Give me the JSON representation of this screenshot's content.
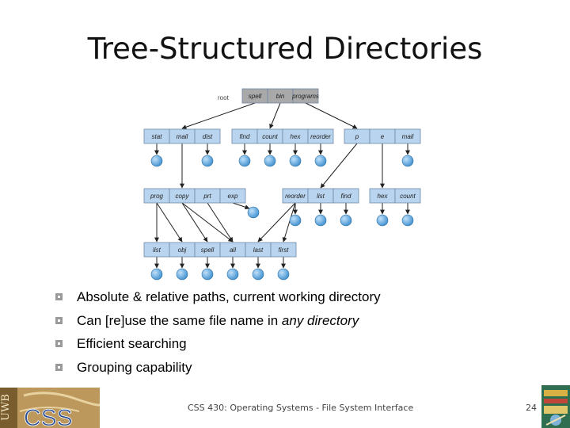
{
  "slide": {
    "title": "Tree-Structured Directories",
    "footer": "CSS 430: Operating Systems - File System Interface",
    "page_number": "24"
  },
  "bullets": [
    {
      "text": "Absolute & relative paths, current working directory"
    },
    {
      "pre": "Can [re]use the same file name in ",
      "em": "any directory"
    },
    {
      "text": "Efficient searching"
    },
    {
      "text": "Grouping capability"
    }
  ],
  "tree": {
    "root_label": "root",
    "root_dir": [
      "spell",
      "bin",
      "programs"
    ],
    "level2": [
      [
        "stat",
        "mail",
        "dist"
      ],
      [
        "find",
        "count",
        "hex",
        "reorder"
      ],
      [
        "p",
        "e",
        "mail"
      ]
    ],
    "level3": [
      [
        "prog",
        "copy",
        "prt",
        "exp"
      ],
      [
        "reorder",
        "list",
        "find"
      ],
      [
        "hex",
        "count"
      ]
    ],
    "level4": [
      [
        "list",
        "obj",
        "spell",
        "all",
        "last",
        "first"
      ]
    ]
  },
  "colors": {
    "directory_cell": "#b9d4ef",
    "root_cell": "#a9a9a9",
    "file_node": "#6bb2e5",
    "arrow": "#222222",
    "bullet_marker": "#9a9a9a"
  },
  "logos": {
    "left": {
      "name": "uwb-css-logo",
      "text_main": "CSS",
      "text_side": "UWB"
    },
    "right": {
      "name": "book-cover-logo"
    }
  }
}
